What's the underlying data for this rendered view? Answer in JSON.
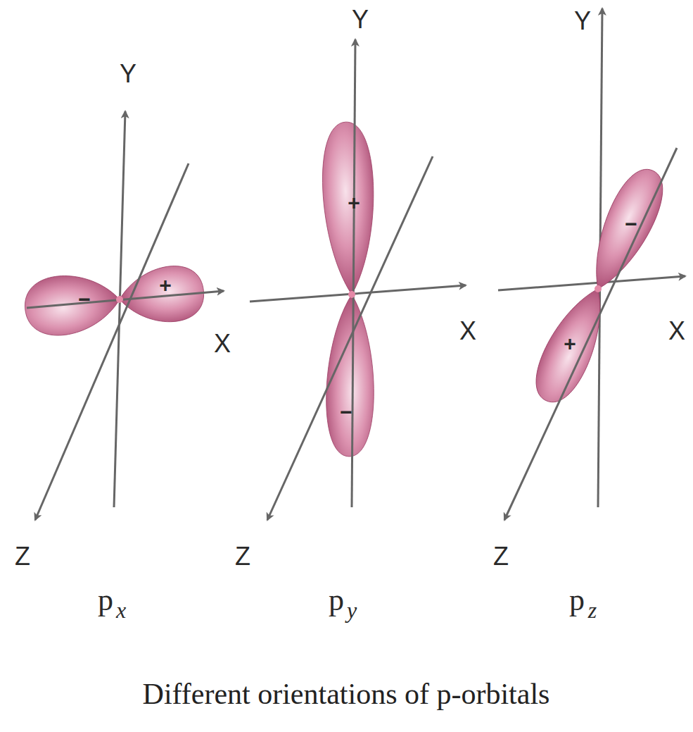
{
  "diagram": {
    "caption": "Different orientations of p-orbitals",
    "labels": [
      "Y",
      "−",
      "+",
      "X",
      "Z",
      "p",
      "x",
      "Y",
      "+",
      "X",
      "−",
      "Z",
      "p",
      "y",
      "Y",
      "−",
      "X",
      "+",
      "Z",
      "p",
      "z"
    ]
  }
}
